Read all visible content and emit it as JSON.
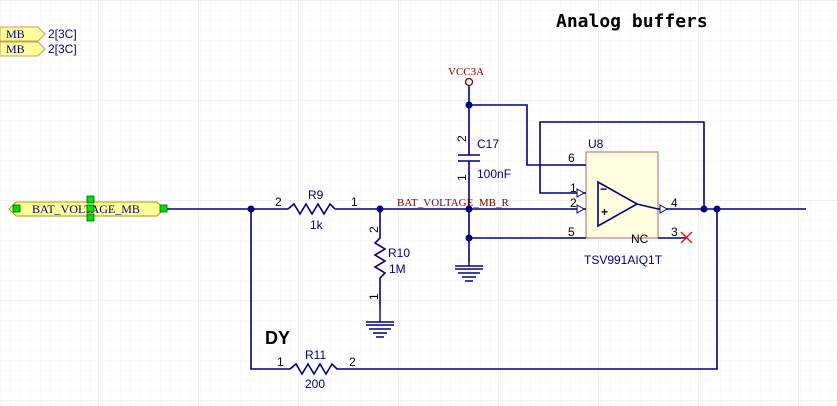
{
  "sheet_title": "Analog buffers",
  "offsheet_ports": [
    {
      "label": "MB",
      "ref": "2[3C]"
    },
    {
      "label": "MB",
      "ref": "2[3C]"
    }
  ],
  "port": {
    "label": "BAT_VOLTAGE_MB"
  },
  "net_label": "BAT_VOLTAGE_MB_R",
  "power": {
    "label": "VCC3A"
  },
  "note": "DY",
  "r9": {
    "designator": "R9",
    "value": "1k",
    "pin_left": "2",
    "pin_right": "1"
  },
  "r10": {
    "designator": "R10",
    "value": "1M",
    "pin_top": "2",
    "pin_bottom": "1"
  },
  "r11": {
    "designator": "R11",
    "value": "200",
    "pin_left": "1",
    "pin_right": "2"
  },
  "c17": {
    "designator": "C17",
    "value": "100nF",
    "pin_top": "2",
    "pin_bottom": "1"
  },
  "u8": {
    "designator": "U8",
    "part": "TSV991AIQ1T",
    "nc_label": "NC",
    "pins": {
      "p1": "1",
      "p2": "2",
      "p3": "3",
      "p4": "4",
      "p5": "5",
      "p6": "6"
    },
    "minus": "−",
    "plus": "+"
  },
  "colors": {
    "wire": "#000080",
    "grid": "#e6e6e6",
    "body": "#fffde0",
    "body_border": "#c08080",
    "port_fill": "#ffff99",
    "nc_x": "#ff0000"
  }
}
